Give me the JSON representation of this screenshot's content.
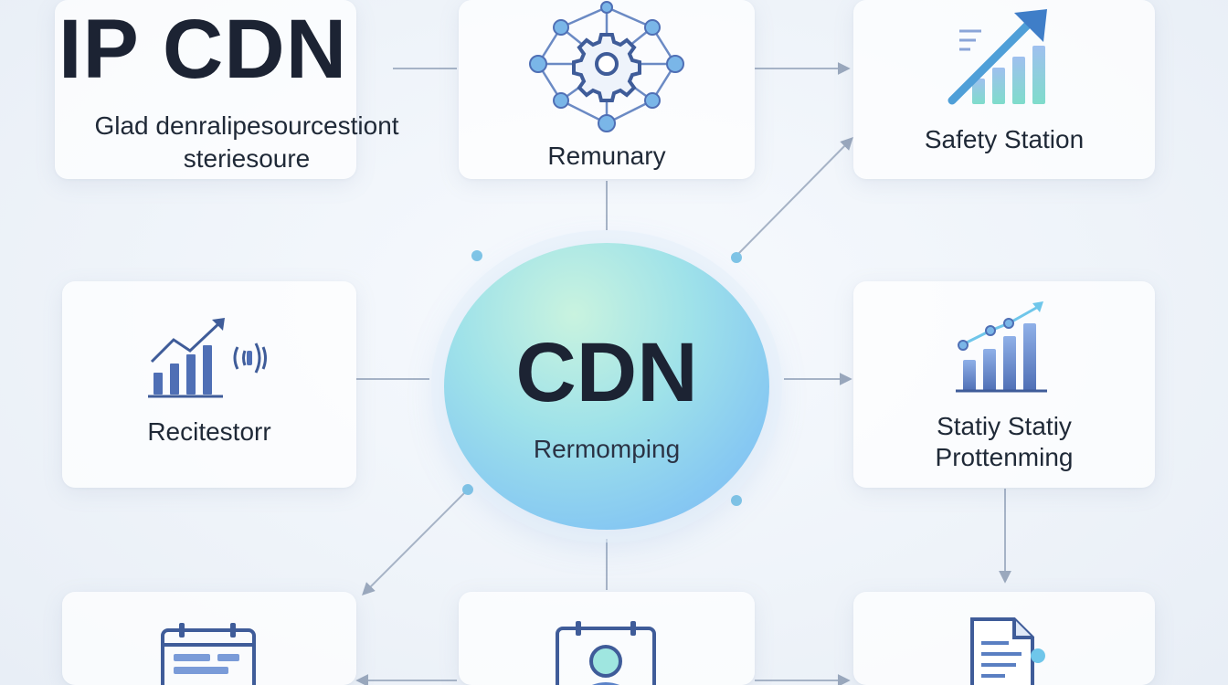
{
  "header": {
    "title": "IP CDN",
    "subtitle_line1": "Glad denralipesourcestiont",
    "subtitle_line2": "steriesoure"
  },
  "hub": {
    "title": "CDN",
    "subtitle": "Rermomping"
  },
  "nodes": {
    "top_center": {
      "label": "Remunary",
      "icon": "network-gear-icon"
    },
    "top_right": {
      "label": "Safety Station",
      "icon": "growth-chart-icon"
    },
    "middle_left": {
      "label": "Recitestorr",
      "icon": "chart-signal-icon"
    },
    "middle_right": {
      "label_line1": "Statiy Statiy",
      "label_line2": "Prottenming",
      "icon": "line-bar-chart-icon"
    },
    "bottom_left": {
      "icon": "calendar-list-icon"
    },
    "bottom_center": {
      "icon": "calendar-user-icon"
    },
    "bottom_right": {
      "icon": "document-icon"
    }
  },
  "colors": {
    "background": "#eef3f9",
    "connector": "#9aa8bd",
    "icon_blue": "#4f6fb5",
    "icon_teal": "#5fd0c0",
    "title_text": "#1c2333"
  }
}
